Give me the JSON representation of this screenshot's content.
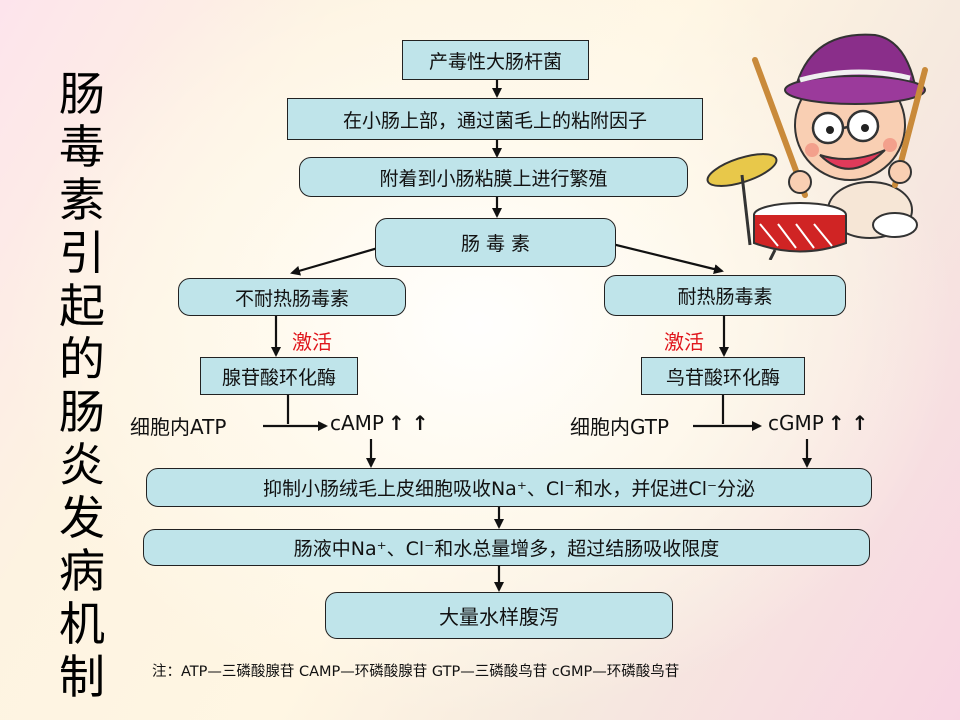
{
  "title": "肠毒素引起的肠炎发病机制",
  "boxes": {
    "b1": "产毒性大肠杆菌",
    "b2": "在小肠上部，通过菌毛上的粘附因子",
    "b3": "附着到小肠粘膜上进行繁殖",
    "b4": "肠 毒 素",
    "b5": "不耐热肠毒素",
    "b6": "耐热肠毒素",
    "b7": "腺苷酸环化酶",
    "b8": "鸟苷酸环化酶",
    "b9": "抑制小肠绒毛上皮细胞吸收Na⁺、Cl⁻和水，并促进Cl⁻分泌",
    "b10": "肠液中Na⁺、Cl⁻和水总量增多，超过结肠吸收限度",
    "b11": "大量水样腹泻"
  },
  "labels": {
    "activate_left": "激活",
    "activate_right": "激活",
    "atp": "细胞内ATP",
    "camp": "cAMP",
    "gtp": "细胞内GTP",
    "cgmp": "cGMP",
    "up_arrows": "↑ ↑"
  },
  "note": "注：ATP—三磷酸腺苷  CAMP—环磷酸腺苷  GTP—三磷酸鸟苷  cGMP—环磷酸鸟苷",
  "colors": {
    "box_fill": "#bfe4ea",
    "activate": "#e0151b"
  },
  "icons": {
    "cartoon": "cartoon-drummer-icon"
  }
}
